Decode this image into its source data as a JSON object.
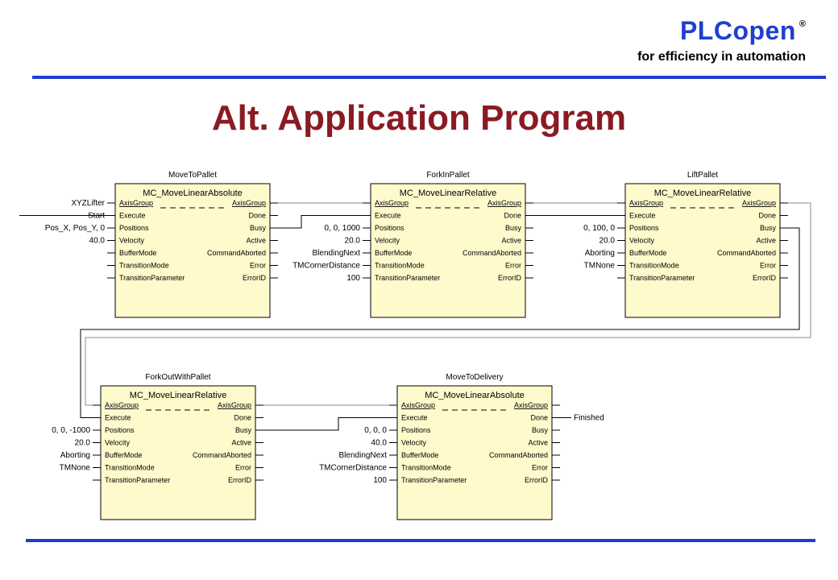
{
  "header": {
    "logo_text": "PLCopen",
    "logo_mark": "®",
    "tagline": "for efficiency in automation",
    "title": "Alt. Application Program"
  },
  "colors": {
    "accent_blue": "#1f3fd0",
    "title_red": "#8b1a23",
    "block_fill": "#fffacc",
    "block_border": "#000000"
  },
  "blocks": [
    {
      "id": "move-to-pallet",
      "instance": "MoveToPallet",
      "type": "MC_MoveLinearAbsolute",
      "inputs": [
        "AxisGroup",
        "Execute",
        "Positions",
        "Velocity",
        "BufferMode",
        "TransitionMode",
        "TransitionParameter"
      ],
      "outputs": [
        "AxisGroup",
        "Done",
        "Busy",
        "Active",
        "CommandAborted",
        "Error",
        "ErrorID"
      ],
      "input_values": [
        "XYZLifter",
        "Start",
        "Pos_X, Pos_Y, 0",
        "40.0",
        "",
        "",
        ""
      ],
      "output_values": [
        "",
        "",
        "",
        "",
        "",
        "",
        ""
      ]
    },
    {
      "id": "fork-in-pallet",
      "instance": "ForkInPallet",
      "type": "MC_MoveLinearRelative",
      "inputs": [
        "AxisGroup",
        "Execute",
        "Positions",
        "Velocity",
        "BufferMode",
        "TransitionMode",
        "TransitionParameter"
      ],
      "outputs": [
        "AxisGroup",
        "Done",
        "Busy",
        "Active",
        "CommandAborted",
        "Error",
        "ErrorID"
      ],
      "input_values": [
        "",
        "",
        "0, 0, 1000",
        "20.0",
        "BlendingNext",
        "TMCornerDistance",
        "100"
      ],
      "output_values": [
        "",
        "",
        "",
        "",
        "",
        "",
        ""
      ]
    },
    {
      "id": "lift-pallet",
      "instance": "LiftPallet",
      "type": "MC_MoveLinearRelative",
      "inputs": [
        "AxisGroup",
        "Execute",
        "Positions",
        "Velocity",
        "BufferMode",
        "TransitionMode",
        "TransitionParameter"
      ],
      "outputs": [
        "AxisGroup",
        "Done",
        "Busy",
        "Active",
        "CommandAborted",
        "Error",
        "ErrorID"
      ],
      "input_values": [
        "",
        "",
        "0, 100, 0",
        "20.0",
        "Aborting",
        "TMNone",
        ""
      ],
      "output_values": [
        "",
        "",
        "",
        "",
        "",
        "",
        ""
      ]
    },
    {
      "id": "fork-out-with-pallet",
      "instance": "ForkOutWithPallet",
      "type": "MC_MoveLinearRelative",
      "inputs": [
        "AxisGroup",
        "Execute",
        "Positions",
        "Velocity",
        "BufferMode",
        "TransitionMode",
        "TransitionParameter"
      ],
      "outputs": [
        "AxisGroup",
        "Done",
        "Busy",
        "Active",
        "CommandAborted",
        "Error",
        "ErrorID"
      ],
      "input_values": [
        "",
        "",
        "0, 0, -1000",
        "20.0",
        "Aborting",
        "TMNone",
        ""
      ],
      "output_values": [
        "",
        "",
        "",
        "",
        "",
        "",
        ""
      ]
    },
    {
      "id": "move-to-delivery",
      "instance": "MoveToDelivery",
      "type": "MC_MoveLinearAbsolute",
      "inputs": [
        "AxisGroup",
        "Execute",
        "Positions",
        "Velocity",
        "BufferMode",
        "TransitionMode",
        "TransitionParameter"
      ],
      "outputs": [
        "AxisGroup",
        "Done",
        "Busy",
        "Active",
        "CommandAborted",
        "Error",
        "ErrorID"
      ],
      "input_values": [
        "",
        "",
        "0, 0, 0",
        "40.0",
        "BlendingNext",
        "TMCornerDistance",
        "100"
      ],
      "output_values": [
        "",
        "Finished",
        "",
        "",
        "",
        "",
        ""
      ]
    }
  ]
}
